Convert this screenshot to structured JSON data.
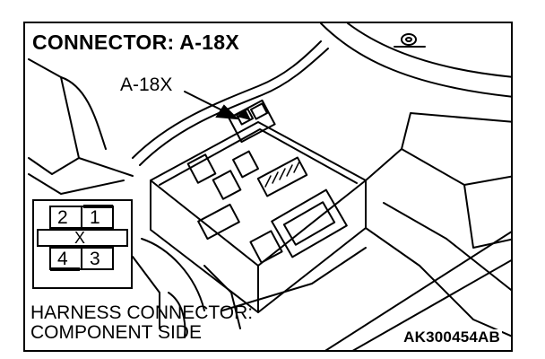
{
  "diagram": {
    "title": "CONNECTOR: A-18X",
    "callout_label": "A-18X",
    "harness_label_line1": "HARNESS CONNECTOR:",
    "harness_label_line2": "COMPONENT SIDE",
    "figure_code": "AK300454AB",
    "pins": {
      "p1": "1",
      "p2": "2",
      "p3": "3",
      "p4": "4",
      "center_mark": "X"
    },
    "colors": {
      "line": "#000000",
      "background": "#ffffff"
    }
  }
}
